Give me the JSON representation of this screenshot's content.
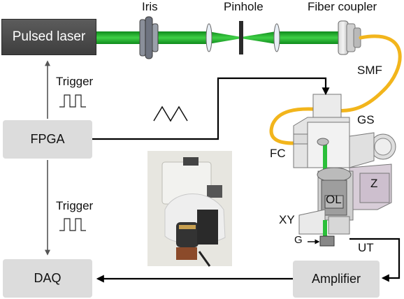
{
  "labels": {
    "pulsed_laser": "Pulsed laser",
    "iris": "Iris",
    "pinhole": "Pinhole",
    "fiber_coupler": "Fiber coupler",
    "smf": "SMF",
    "trigger_top": "Trigger",
    "trigger_bottom": "Trigger",
    "fpga": "FPGA",
    "daq": "DAQ",
    "amplifier": "Amplifier",
    "gs": "GS",
    "fc": "FC",
    "z": "Z",
    "ol": "OL",
    "xy": "XY",
    "g": "G",
    "ut": "UT"
  },
  "colors": {
    "beam": "#1fae2a",
    "fiber": "#f2b51c",
    "box_fill": "#dcdcdc",
    "laser_fill": "#4a4a4a",
    "arrow": "#000000",
    "trigger_arrow": "#555555"
  }
}
